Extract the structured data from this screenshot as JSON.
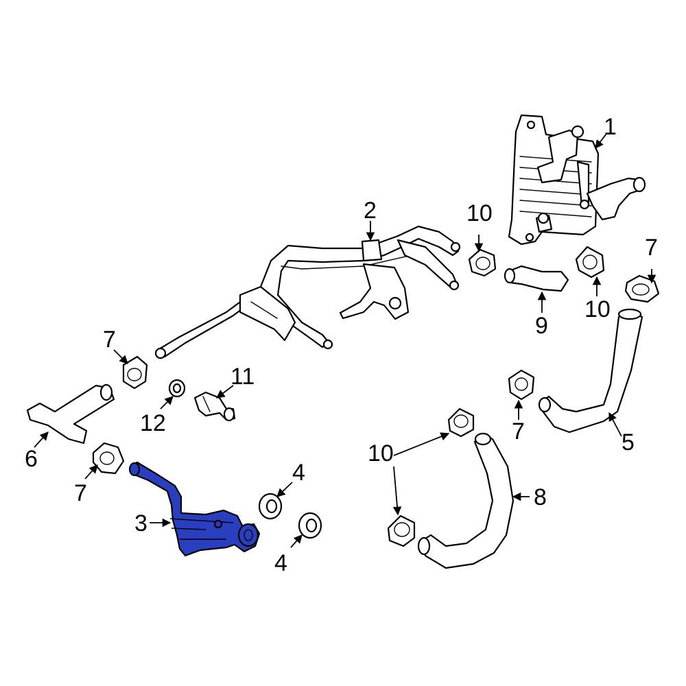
{
  "diagram": {
    "highlight_color": "#2a3fbf",
    "line_color": "#000000",
    "background": "#ffffff",
    "callouts": [
      {
        "id": "c1",
        "label": "1"
      },
      {
        "id": "c2",
        "label": "2"
      },
      {
        "id": "c3",
        "label": "3"
      },
      {
        "id": "c4a",
        "label": "4"
      },
      {
        "id": "c4b",
        "label": "4"
      },
      {
        "id": "c5",
        "label": "5"
      },
      {
        "id": "c6",
        "label": "6"
      },
      {
        "id": "c7a",
        "label": "7"
      },
      {
        "id": "c7b",
        "label": "7"
      },
      {
        "id": "c7c",
        "label": "7"
      },
      {
        "id": "c7d",
        "label": "7"
      },
      {
        "id": "c8",
        "label": "8"
      },
      {
        "id": "c9",
        "label": "9"
      },
      {
        "id": "c10a",
        "label": "10"
      },
      {
        "id": "c10b",
        "label": "10"
      },
      {
        "id": "c10c",
        "label": "10"
      },
      {
        "id": "c11",
        "label": "11"
      },
      {
        "id": "c12",
        "label": "12"
      }
    ]
  }
}
